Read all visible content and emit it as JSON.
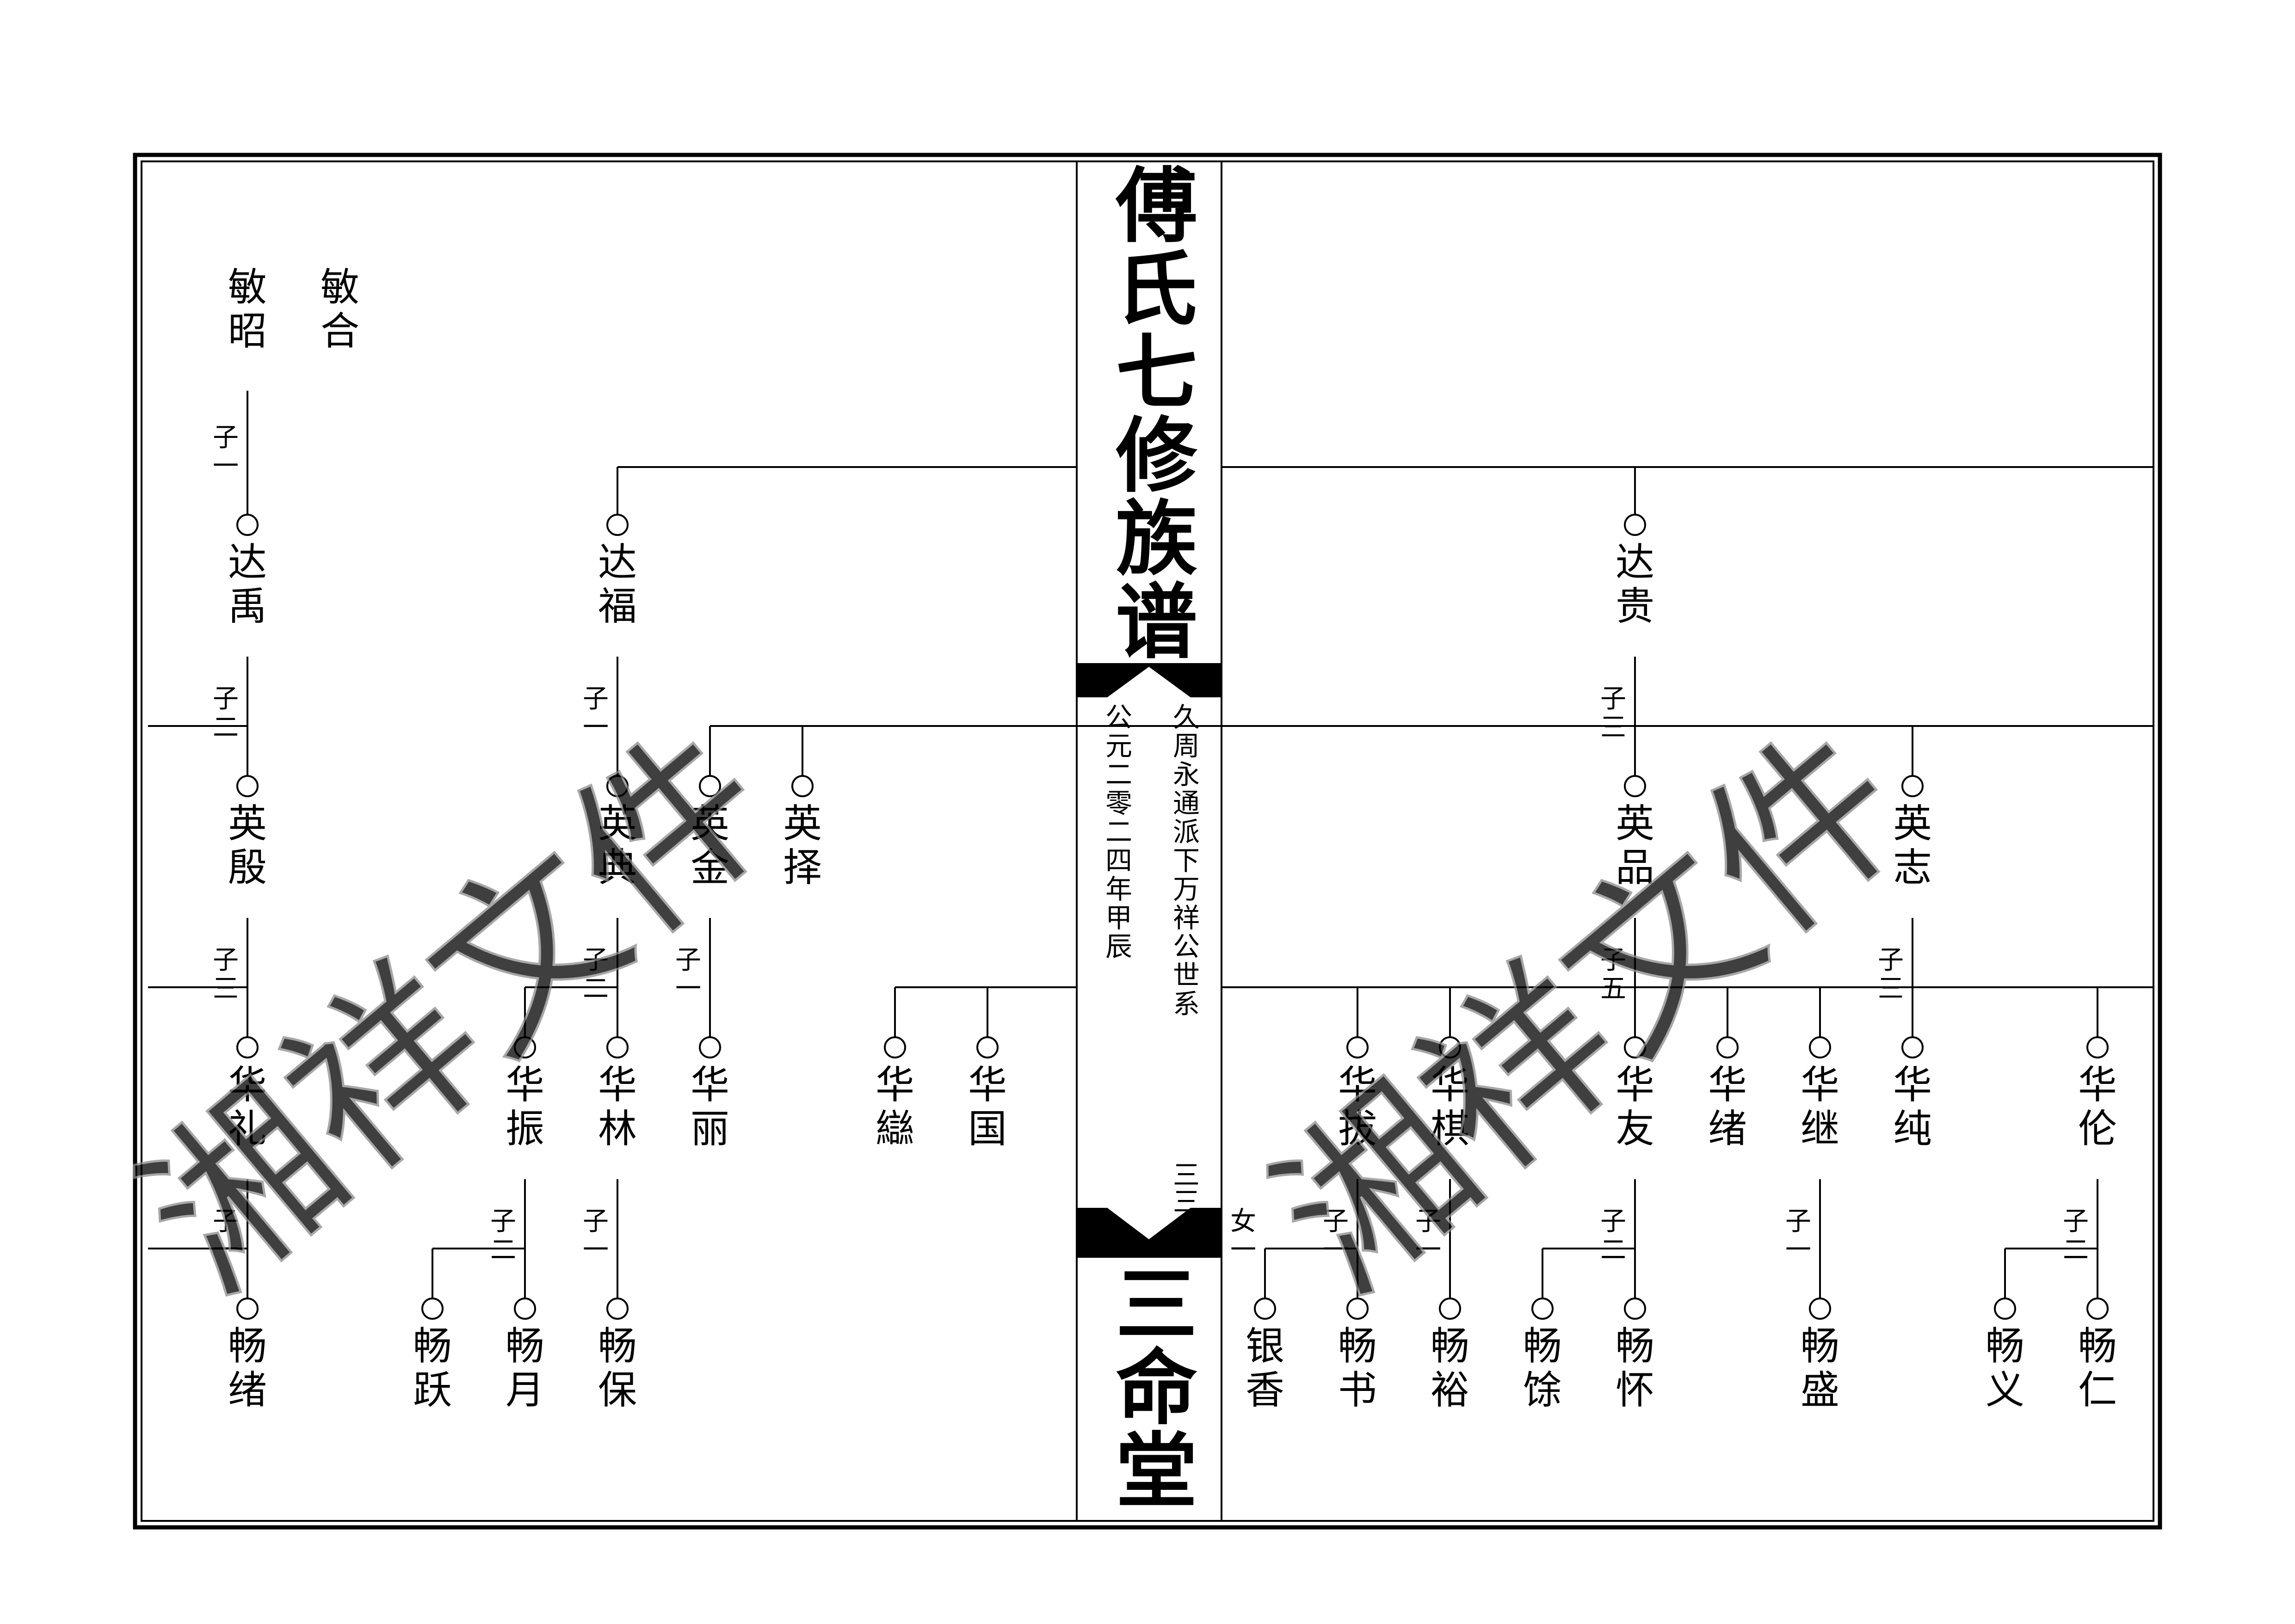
{
  "spine": {
    "title": "傅氏七修族谱",
    "hall": "三命堂",
    "lineage": "久周永通派下万祥公世系",
    "date": "公元二零二四年甲辰",
    "page": "三三"
  },
  "watermark": "湘祥文件",
  "nodes": [
    {
      "id": "min-zhao",
      "name": "敏昭"
    },
    {
      "id": "min-he",
      "name": "敏合"
    },
    {
      "id": "da-yu",
      "name": "达禹"
    },
    {
      "id": "da-fu",
      "name": "达福"
    },
    {
      "id": "da-gui",
      "name": "达贵"
    },
    {
      "id": "ying-yin",
      "name": "英殷"
    },
    {
      "id": "ying-dian",
      "name": "英典"
    },
    {
      "id": "ying-jin",
      "name": "英金"
    },
    {
      "id": "ying-ze",
      "name": "英择"
    },
    {
      "id": "ying-pin",
      "name": "英品"
    },
    {
      "id": "ying-zhi",
      "name": "英志"
    },
    {
      "id": "hua-li",
      "name": "华礼"
    },
    {
      "id": "hua-zhen",
      "name": "华振"
    },
    {
      "id": "hua-lin",
      "name": "华林"
    },
    {
      "id": "hua-li2",
      "name": "华丽"
    },
    {
      "id": "hua-luan",
      "name": "华䜌"
    },
    {
      "id": "hua-guo",
      "name": "华国"
    },
    {
      "id": "hua-ba",
      "name": "华拔"
    },
    {
      "id": "hua-qi",
      "name": "华棋"
    },
    {
      "id": "hua-you",
      "name": "华友"
    },
    {
      "id": "hua-xu",
      "name": "华绪"
    },
    {
      "id": "hua-ji",
      "name": "华继"
    },
    {
      "id": "hua-chun",
      "name": "华纯"
    },
    {
      "id": "hua-lun",
      "name": "华伦"
    },
    {
      "id": "chang-xu",
      "name": "畅绪"
    },
    {
      "id": "chang-yue",
      "name": "畅跃"
    },
    {
      "id": "chang-yue2",
      "name": "畅月"
    },
    {
      "id": "chang-bao",
      "name": "畅保"
    },
    {
      "id": "yin-xiang",
      "name": "银香"
    },
    {
      "id": "chang-shu",
      "name": "畅书"
    },
    {
      "id": "chang-yu",
      "name": "畅裕"
    },
    {
      "id": "chang-yu2",
      "name": "畅馀"
    },
    {
      "id": "chang-huai",
      "name": "畅怀"
    },
    {
      "id": "chang-sheng",
      "name": "畅盛"
    },
    {
      "id": "chang-yi",
      "name": "畅义"
    },
    {
      "id": "chang-ren",
      "name": "畅仁"
    }
  ],
  "relations": [
    {
      "id": "r-zhao",
      "label": "子一"
    },
    {
      "id": "r-yu",
      "label": "子二"
    },
    {
      "id": "r-fu",
      "label": "子一"
    },
    {
      "id": "r-gui",
      "label": "子三"
    },
    {
      "id": "r-yin",
      "label": "子三"
    },
    {
      "id": "r-dian",
      "label": "子二"
    },
    {
      "id": "r-jin",
      "label": "子一"
    },
    {
      "id": "r-pin",
      "label": "子五"
    },
    {
      "id": "r-zhi",
      "label": "子三"
    },
    {
      "id": "r-huali",
      "label": "子一"
    },
    {
      "id": "r-zhen",
      "label": "子二"
    },
    {
      "id": "r-lin",
      "label": "子一"
    },
    {
      "id": "r-ba-f",
      "label": "女一"
    },
    {
      "id": "r-ba",
      "label": "子一"
    },
    {
      "id": "r-qi",
      "label": "子一"
    },
    {
      "id": "r-you",
      "label": "子二"
    },
    {
      "id": "r-ji",
      "label": "子一"
    },
    {
      "id": "r-lun",
      "label": "子二"
    }
  ]
}
